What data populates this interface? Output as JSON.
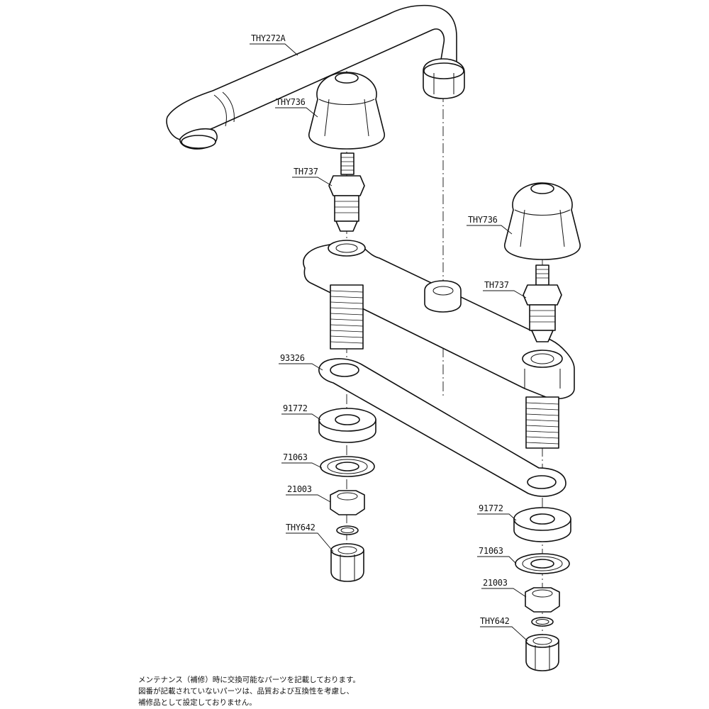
{
  "labels": {
    "spout": "THY272A",
    "handle_left": "THY736",
    "cartridge_left": "TH737",
    "handle_right": "THY736",
    "cartridge_right": "TH737",
    "plate": "93326",
    "washer_left": "91772",
    "lockwasher_left": "71063",
    "nut_left": "21003",
    "ring_left": "THY642",
    "washer_right": "91772",
    "lockwasher_right": "71063",
    "nut_right": "21003",
    "ring_right": "THY642"
  },
  "note": {
    "line1": "メンテナンス（補修）時に交換可能なパーツを記載しております。",
    "line2": "図番が記載されていないパーツは、品質および互換性を考慮し、",
    "line3": "補修品として設定しておりません。"
  }
}
